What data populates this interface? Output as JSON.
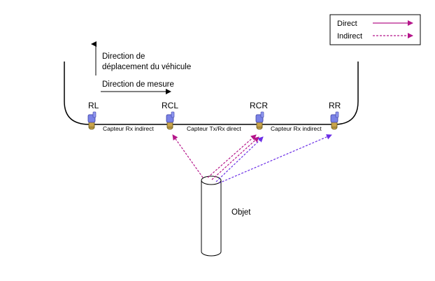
{
  "legend": {
    "direct": "Direct",
    "indirect": "Indirect"
  },
  "colors": {
    "direct": "#b5168a",
    "indirect_purple": "#6b2ee6",
    "sensor_body": "#7a82e6",
    "sensor_base": "#c9a449",
    "line": "#000000"
  },
  "labels": {
    "vehicle_direction": "Direction de",
    "vehicle_direction_2": "déplacement du véhicule",
    "measure_direction": "Direction de mesure",
    "object": "Objet"
  },
  "sensors": [
    {
      "id": "RL",
      "label": "RL"
    },
    {
      "id": "RCL",
      "label": "RCL"
    },
    {
      "id": "RCR",
      "label": "RCR"
    },
    {
      "id": "RR",
      "label": "RR"
    }
  ],
  "captions": {
    "left": "Capteur Rx indirect",
    "middle": "Capteur Tx/Rx direct",
    "right": "Capteur Rx indirect"
  }
}
